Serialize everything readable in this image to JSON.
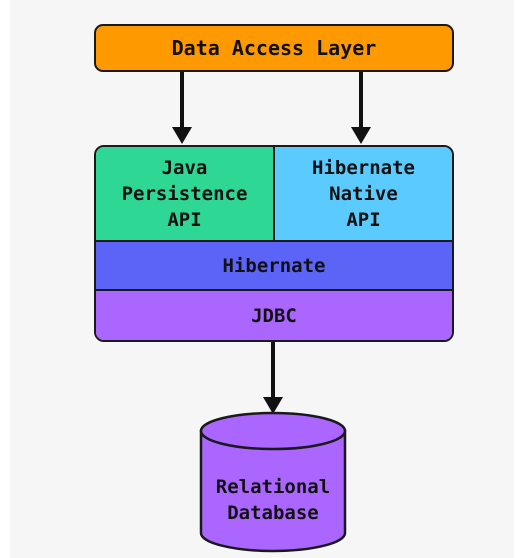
{
  "diagram": {
    "data_access_layer": "Data Access Layer",
    "jpa": "Java\nPersistence\nAPI",
    "hibernate_native_api": "Hibernate\nNative\nAPI",
    "hibernate": "Hibernate",
    "jdbc": "JDBC",
    "database": "Relational\nDatabase"
  },
  "colors": {
    "data_access_layer": "#ff9900",
    "jpa": "#2ed894",
    "hibernate_native_api": "#5bcbff",
    "hibernate": "#5b64f7",
    "jdbc": "#aa66ff",
    "database": "#aa66ff",
    "stroke": "#1a1a1a",
    "background": "#f6f6f7"
  }
}
